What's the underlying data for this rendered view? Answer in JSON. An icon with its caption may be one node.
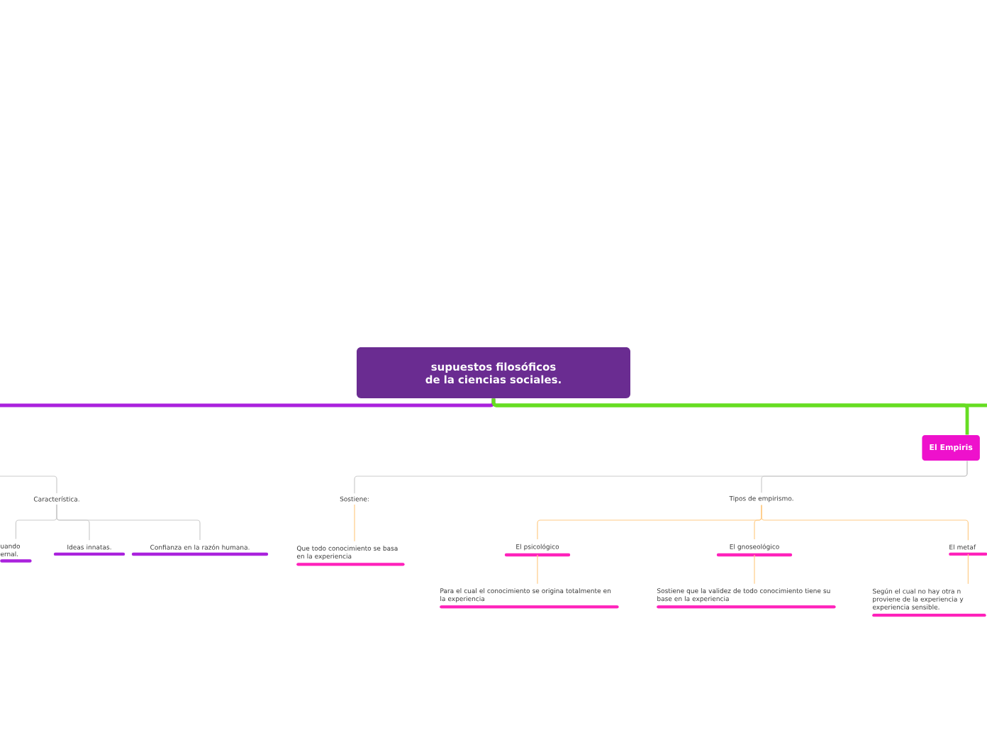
{
  "diagram": {
    "nodes": [
      {
        "text": [
          "supuestos filosóficos de la ciencias sociales."
        ]
      },
      {
        "text": [
          "El Empiris"
        ]
      },
      {
        "text": [
          "Característica."
        ]
      },
      {
        "text": [
          "uando ernal."
        ]
      },
      {
        "text": [
          "Ideas innatas."
        ]
      },
      {
        "text": [
          "Confianza en la razón humana."
        ]
      },
      {
        "text": [
          "Sostiene:"
        ]
      },
      {
        "text": [
          "Que todo conocimiento se basa en la experiencia"
        ]
      },
      {
        "text": [
          "Tipos de empirismo."
        ]
      },
      {
        "text": [
          "El psicológico"
        ]
      },
      {
        "text": [
          "El gnoseológico"
        ]
      },
      {
        "text": [
          "El metaf"
        ]
      },
      {
        "text": [
          "Para el cual el conocimiento se origina totalmente en la experiencia"
        ]
      },
      {
        "text": [
          "Sostiene que la validez de todo conocimiento tiene su base en la experiencia"
        ]
      },
      {
        "text": [
          "Según el cual no hay otra n proviene de la experiencia y experiencia sensible."
        ]
      }
    ],
    "edges": [
      {
        "from": 0,
        "to": null,
        "arrow": "none",
        "style": "thick",
        "color": "#aa22dd"
      },
      {
        "from": 0,
        "to": 1,
        "arrow": "none",
        "style": "thick",
        "color": "#66dd22"
      },
      {
        "from": 0,
        "to": null,
        "arrow": "none",
        "style": "thick",
        "color": "#66dd22"
      },
      {
        "from": null,
        "to": 2,
        "arrow": "none"
      },
      {
        "from": 2,
        "to": 3,
        "arrow": "none"
      },
      {
        "from": 2,
        "to": 4,
        "arrow": "none"
      },
      {
        "from": 2,
        "to": 5,
        "arrow": "none"
      },
      {
        "from": 1,
        "to": 6,
        "arrow": "none"
      },
      {
        "from": 1,
        "to": 8,
        "arrow": "none"
      },
      {
        "from": 6,
        "to": 7,
        "arrow": "none",
        "color": "#ffcc88"
      },
      {
        "from": 8,
        "to": 9,
        "arrow": "none",
        "color": "#ffcc88"
      },
      {
        "from": 8,
        "to": 10,
        "arrow": "none",
        "color": "#ffcc88"
      },
      {
        "from": 8,
        "to": 11,
        "arrow": "none",
        "color": "#ffcc88"
      },
      {
        "from": 9,
        "to": 12,
        "arrow": "none",
        "color": "#ffcc88"
      },
      {
        "from": 10,
        "to": 13,
        "arrow": "none",
        "color": "#ffcc88"
      },
      {
        "from": 11,
        "to": 14,
        "arrow": "none",
        "color": "#ffcc88"
      }
    ]
  }
}
